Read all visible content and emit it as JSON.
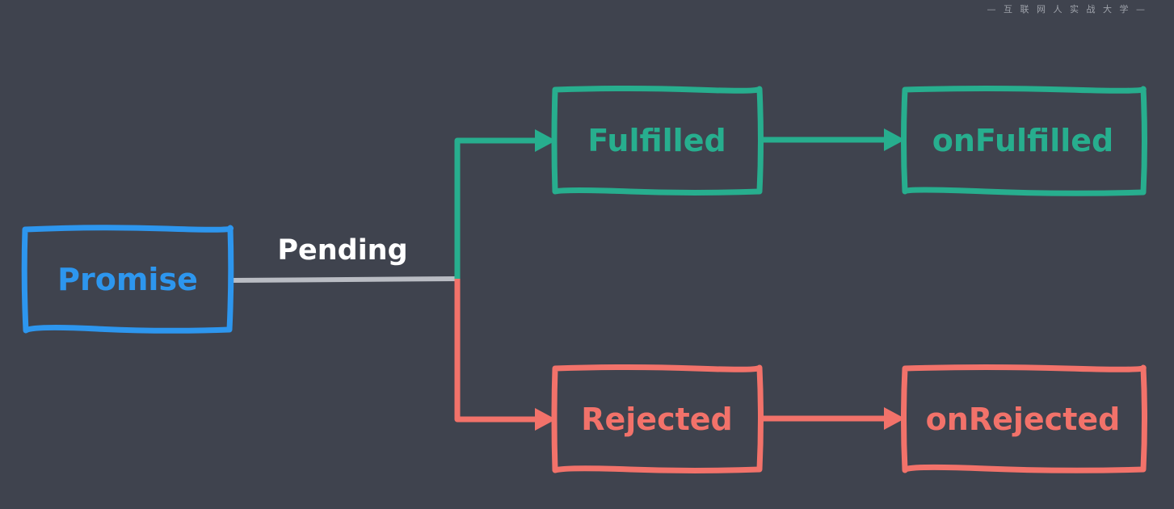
{
  "watermark": "— 互 联 网 人 实 战 大 学 —",
  "colors": {
    "background": "#3f434e",
    "promise": "#2d96ee",
    "fulfilled": "#27ae8e",
    "rejected": "#f2726a",
    "pending_line": "#b9bcc3",
    "label_white": "#ffffff"
  },
  "nodes": {
    "promise": "Promise",
    "fulfilled": "Fulfilled",
    "on_fulfilled": "onFulfilled",
    "rejected": "Rejected",
    "on_rejected": "onRejected"
  },
  "edges": {
    "pending": "Pending"
  }
}
